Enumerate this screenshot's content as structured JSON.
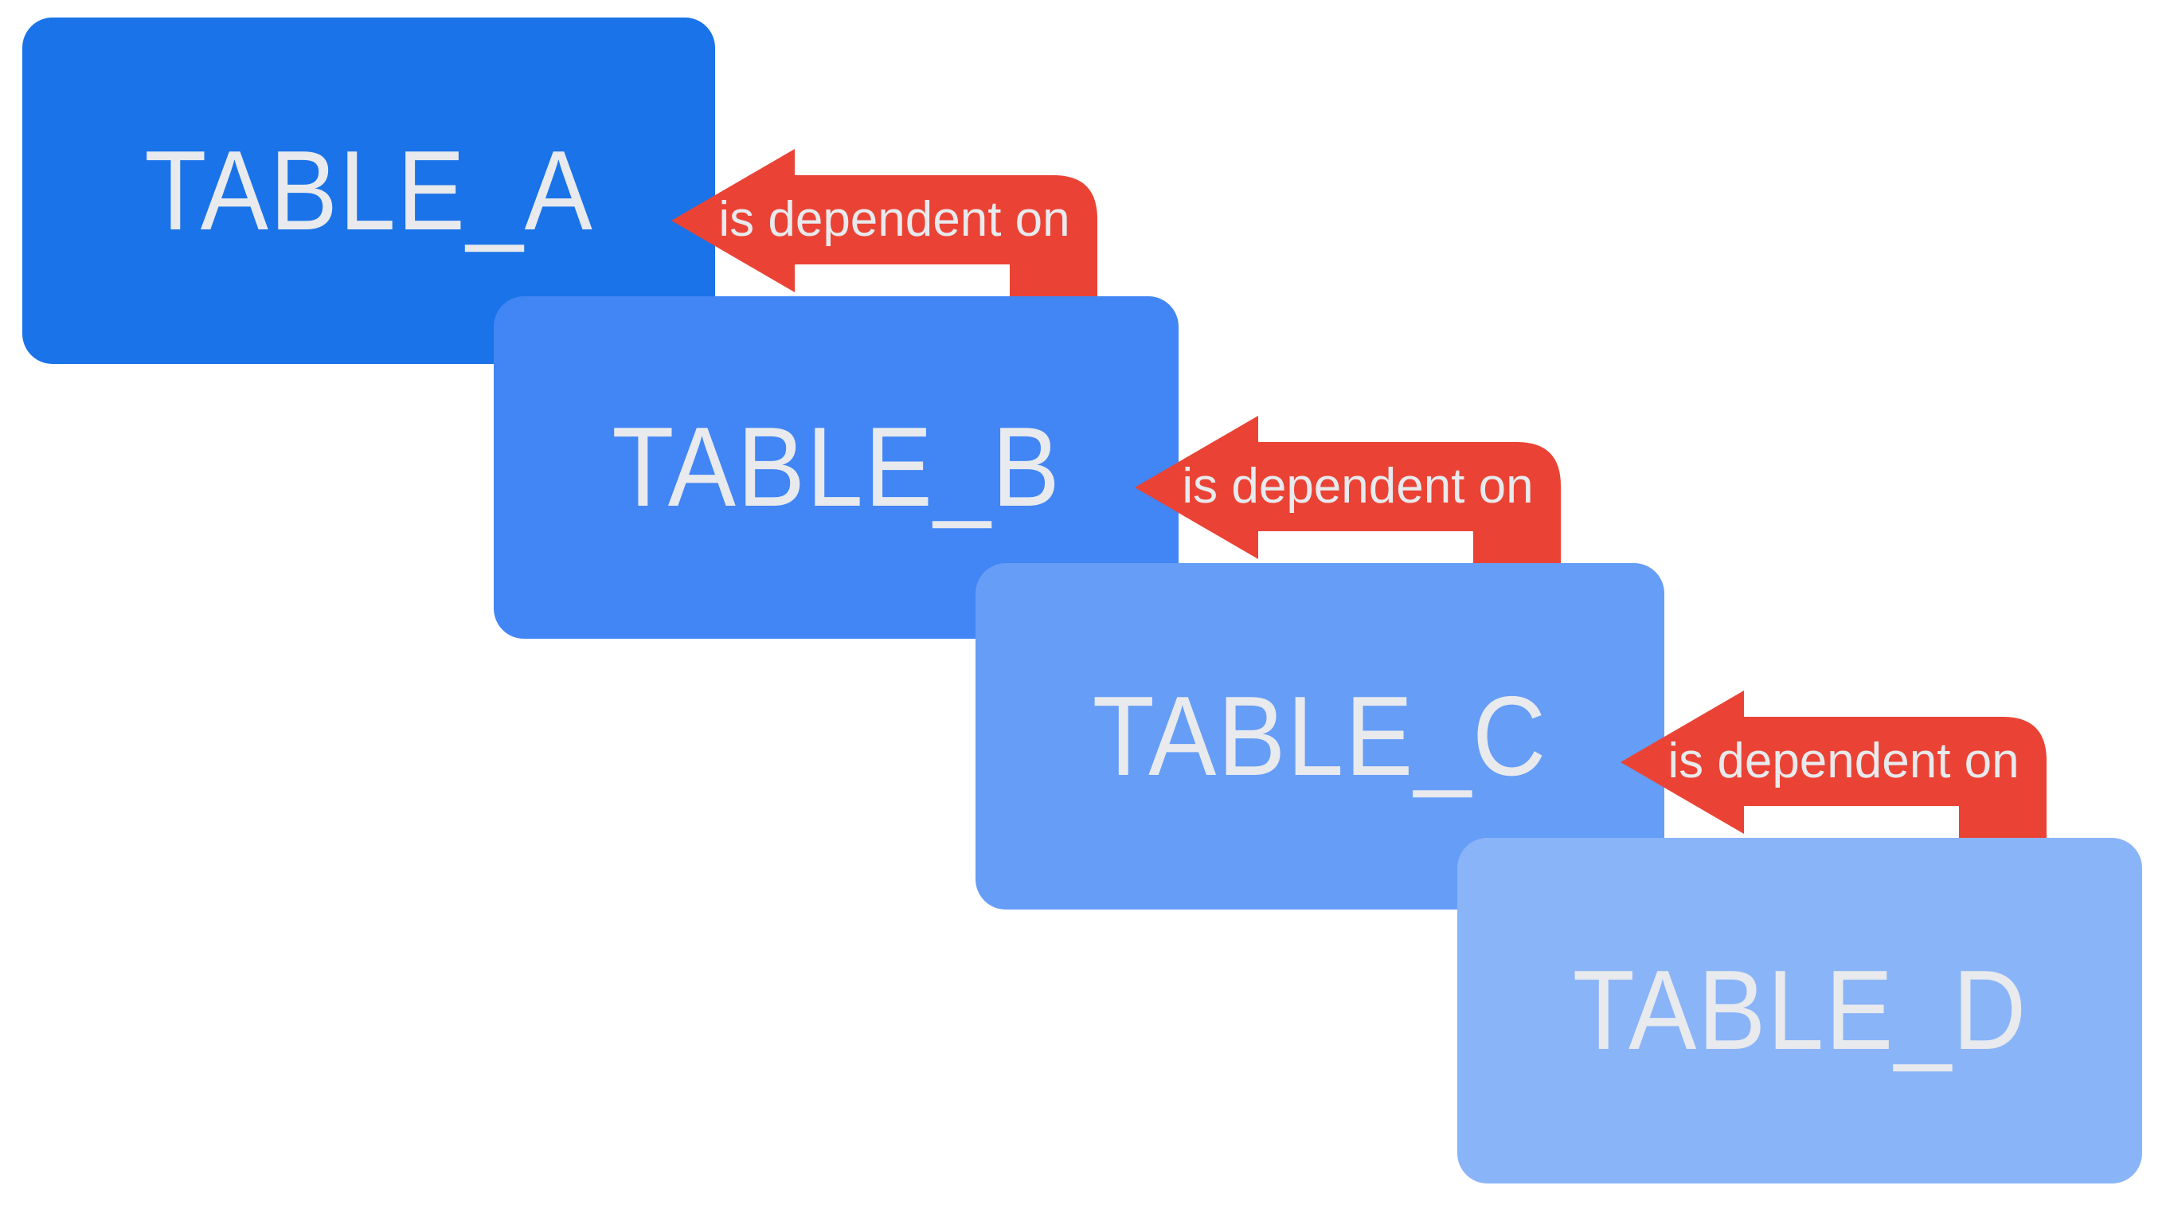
{
  "diagram": {
    "title": "table-dependency-chain",
    "background": "#ffffff",
    "text_color": "#e8eaed",
    "arrow_color": "#ea4335",
    "tables": [
      {
        "label": "TABLE_A",
        "color": "#1a73e8"
      },
      {
        "label": "TABLE_B",
        "color": "#4285f4"
      },
      {
        "label": "TABLE_C",
        "color": "#669df6"
      },
      {
        "label": "TABLE_D",
        "color": "#8ab4f8"
      }
    ],
    "arrows": [
      {
        "label": "is dependent on",
        "from": "TABLE_B",
        "to": "TABLE_A"
      },
      {
        "label": "is dependent on",
        "from": "TABLE_C",
        "to": "TABLE_B"
      },
      {
        "label": "is dependent on",
        "from": "TABLE_D",
        "to": "TABLE_C"
      }
    ]
  }
}
